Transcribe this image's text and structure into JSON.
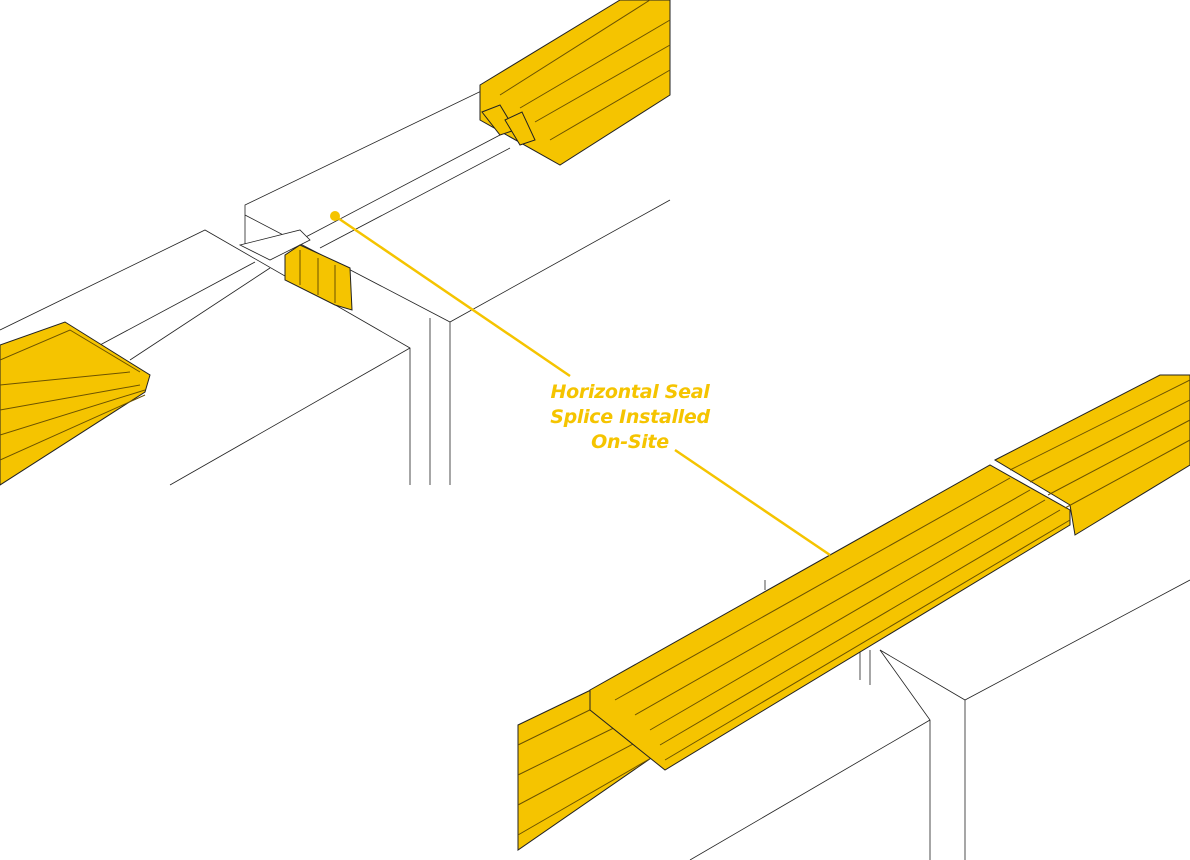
{
  "callout": {
    "lines": [
      "Horizontal Seal",
      "Splice Installed",
      "On-Site"
    ],
    "color": "#f5c400"
  },
  "colors": {
    "seal": "#f5c400",
    "outline": "#222222"
  }
}
